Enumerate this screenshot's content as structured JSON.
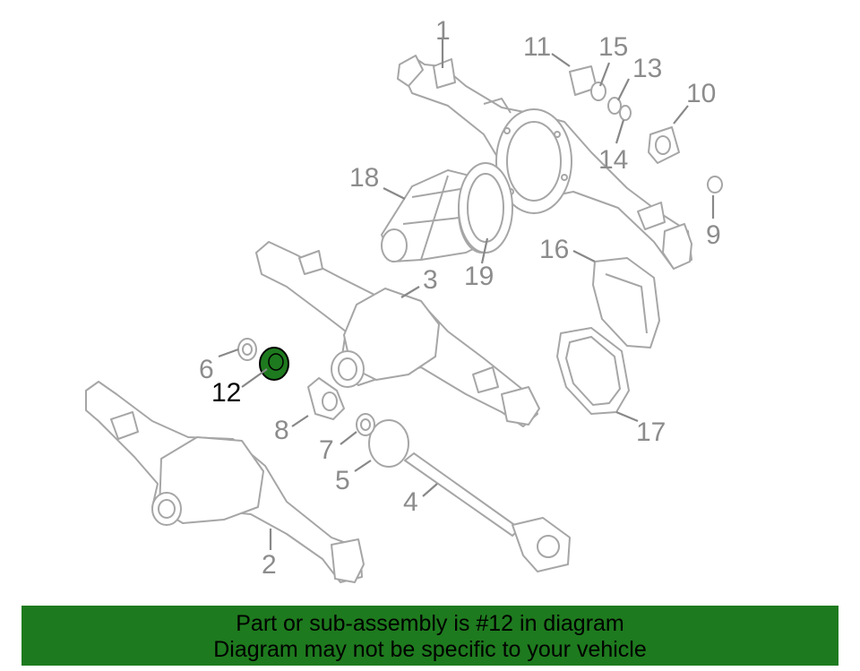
{
  "callouts": [
    {
      "id": "1",
      "label": "1"
    },
    {
      "id": "2",
      "label": "2"
    },
    {
      "id": "3",
      "label": "3"
    },
    {
      "id": "4",
      "label": "4"
    },
    {
      "id": "5",
      "label": "5"
    },
    {
      "id": "6",
      "label": "6"
    },
    {
      "id": "7",
      "label": "7"
    },
    {
      "id": "8",
      "label": "8"
    },
    {
      "id": "9",
      "label": "9"
    },
    {
      "id": "10",
      "label": "10"
    },
    {
      "id": "11",
      "label": "11"
    },
    {
      "id": "12",
      "label": "12"
    },
    {
      "id": "13",
      "label": "13"
    },
    {
      "id": "14",
      "label": "14"
    },
    {
      "id": "15",
      "label": "15"
    },
    {
      "id": "16",
      "label": "16"
    },
    {
      "id": "17",
      "label": "17"
    },
    {
      "id": "18",
      "label": "18"
    },
    {
      "id": "19",
      "label": "19"
    }
  ],
  "highlighted_part": "12",
  "colors": {
    "banner": "#1e7a1e",
    "highlight": "#1e7a1e",
    "parts": "#a6a6a6",
    "labels": "#8c8c8c"
  },
  "banner": {
    "line1": "Part or sub-assembly is #12 in diagram",
    "line2": "Diagram may not be specific to your vehicle"
  }
}
